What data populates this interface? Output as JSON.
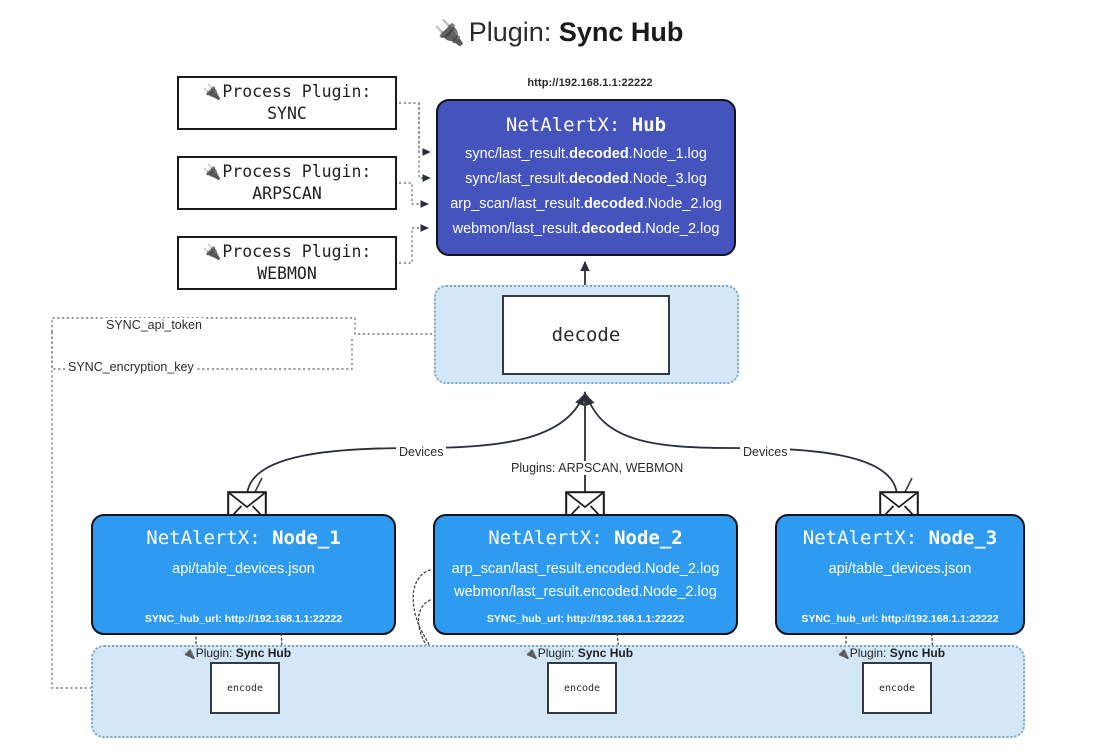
{
  "header": {
    "plug_icon": "🔌",
    "prefix": "Plugin:",
    "name": "Sync Hub"
  },
  "process_plugins": [
    {
      "icon": "🔌",
      "line1": "Process Plugin:",
      "line2": "SYNC"
    },
    {
      "icon": "🔌",
      "line1": "Process Plugin:",
      "line2": "ARPSCAN"
    },
    {
      "icon": "🔌",
      "line1": "Process Plugin:",
      "line2": "WEBMON"
    }
  ],
  "hub": {
    "url": "http://192.168.1.1:22222",
    "title_prefix": "NetAlertX:",
    "title_name": "Hub",
    "lines": [
      {
        "pre": "sync/last_result.",
        "strong": "decoded",
        "post": ".Node_1.log"
      },
      {
        "pre": "sync/last_result.",
        "strong": "decoded",
        "post": ".Node_3.log"
      },
      {
        "pre": "arp_scan/last_result.",
        "strong": "decoded",
        "post": ".Node_2.log"
      },
      {
        "pre": "webmon/last_result.",
        "strong": "decoded",
        "post": ".Node_2.log"
      }
    ]
  },
  "decode": {
    "label": "decode"
  },
  "edge_labels": {
    "api_token": "SYNC_api_token",
    "encryption_key": "SYNC_encryption_key",
    "devices_left": "Devices",
    "devices_right": "Devices",
    "plugins_center": "Plugins: ARPSCAN, WEBMON"
  },
  "nodes": [
    {
      "title_prefix": "NetAlertX:",
      "title_name": "Node_1",
      "lines": [
        "api/table_devices.json"
      ],
      "hub_url_label": "SYNC_hub_url: http://192.168.1.1:22222"
    },
    {
      "title_prefix": "NetAlertX:",
      "title_name": "Node_2",
      "lines": [
        "arp_scan/last_result.encoded.Node_2.log",
        "webmon/last_result.encoded.Node_2.log"
      ],
      "hub_url_label": "SYNC_hub_url: http://192.168.1.1:22222"
    },
    {
      "title_prefix": "NetAlertX:",
      "title_name": "Node_3",
      "lines": [
        "api/table_devices.json"
      ],
      "hub_url_label": "SYNC_hub_url: http://192.168.1.1:22222"
    }
  ],
  "encoders": [
    {
      "icon": "🔌",
      "label_prefix": "Plugin:",
      "label_name": "Sync Hub",
      "box_label": "encode"
    },
    {
      "icon": "🔌",
      "label_prefix": "Plugin:",
      "label_name": "Sync Hub",
      "box_label": "encode"
    },
    {
      "icon": "🔌",
      "label_prefix": "Plugin:",
      "label_name": "Sync Hub",
      "box_label": "encode"
    }
  ],
  "colors": {
    "hub_fill": "#4553bc",
    "node_fill": "#2e9bf0",
    "container_fill": "#d4e7f7",
    "container_border": "#7ea8c9",
    "stroke": "#11141f"
  }
}
